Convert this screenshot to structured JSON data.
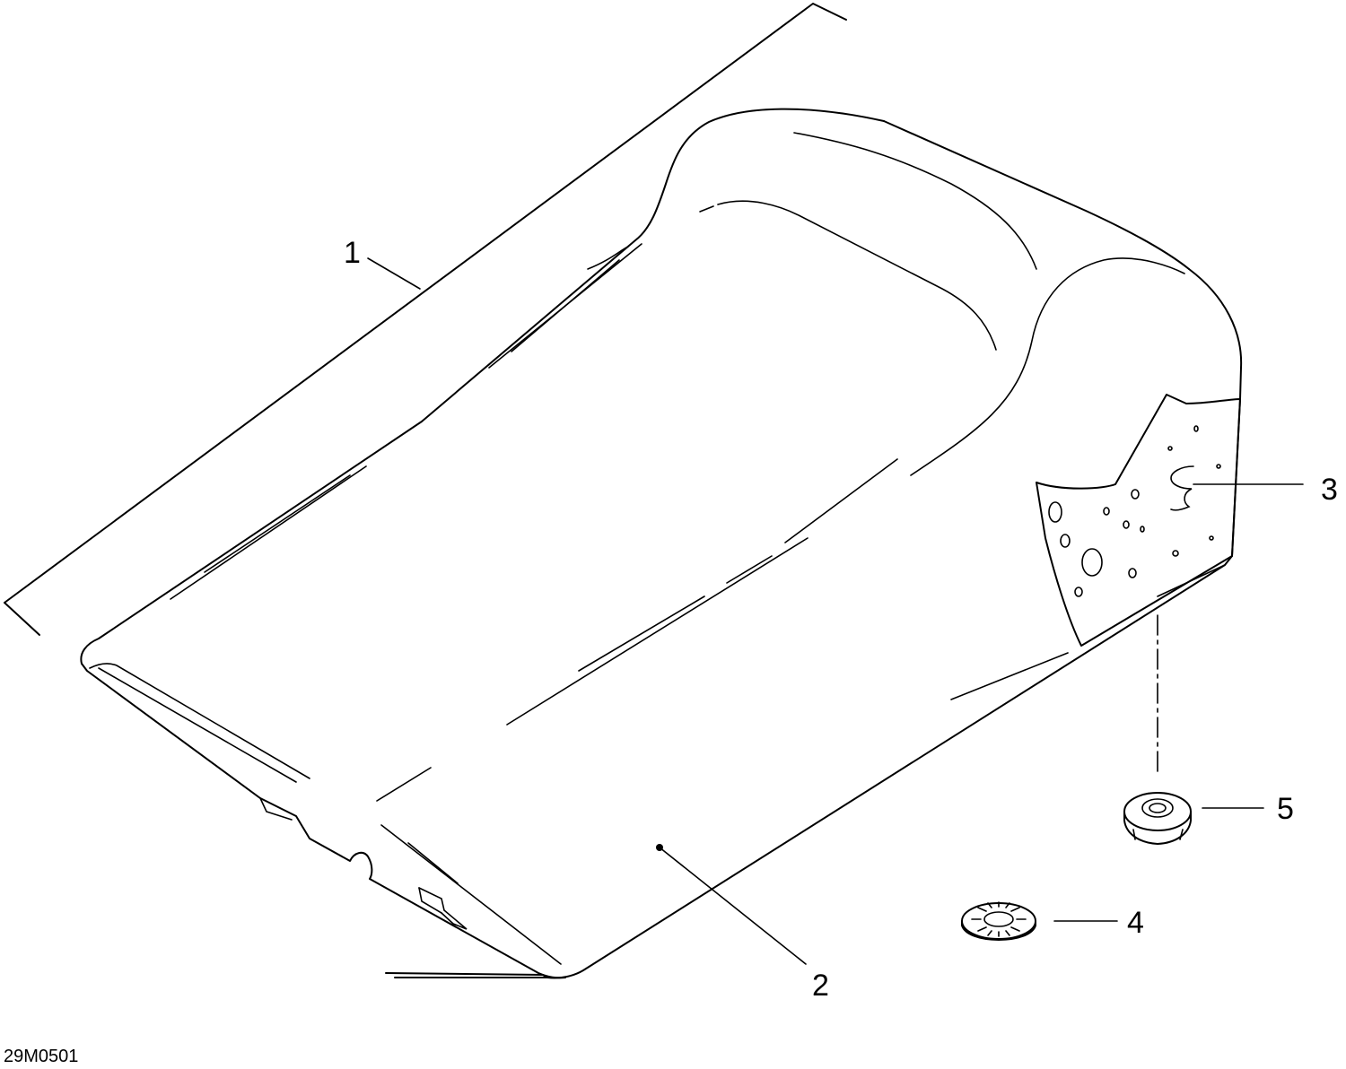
{
  "figure": {
    "reference_code": "29M0501",
    "callouts": [
      {
        "id": "1",
        "label": "1"
      },
      {
        "id": "2",
        "label": "2"
      },
      {
        "id": "3",
        "label": "3"
      },
      {
        "id": "4",
        "label": "4"
      },
      {
        "id": "5",
        "label": "5"
      }
    ]
  }
}
